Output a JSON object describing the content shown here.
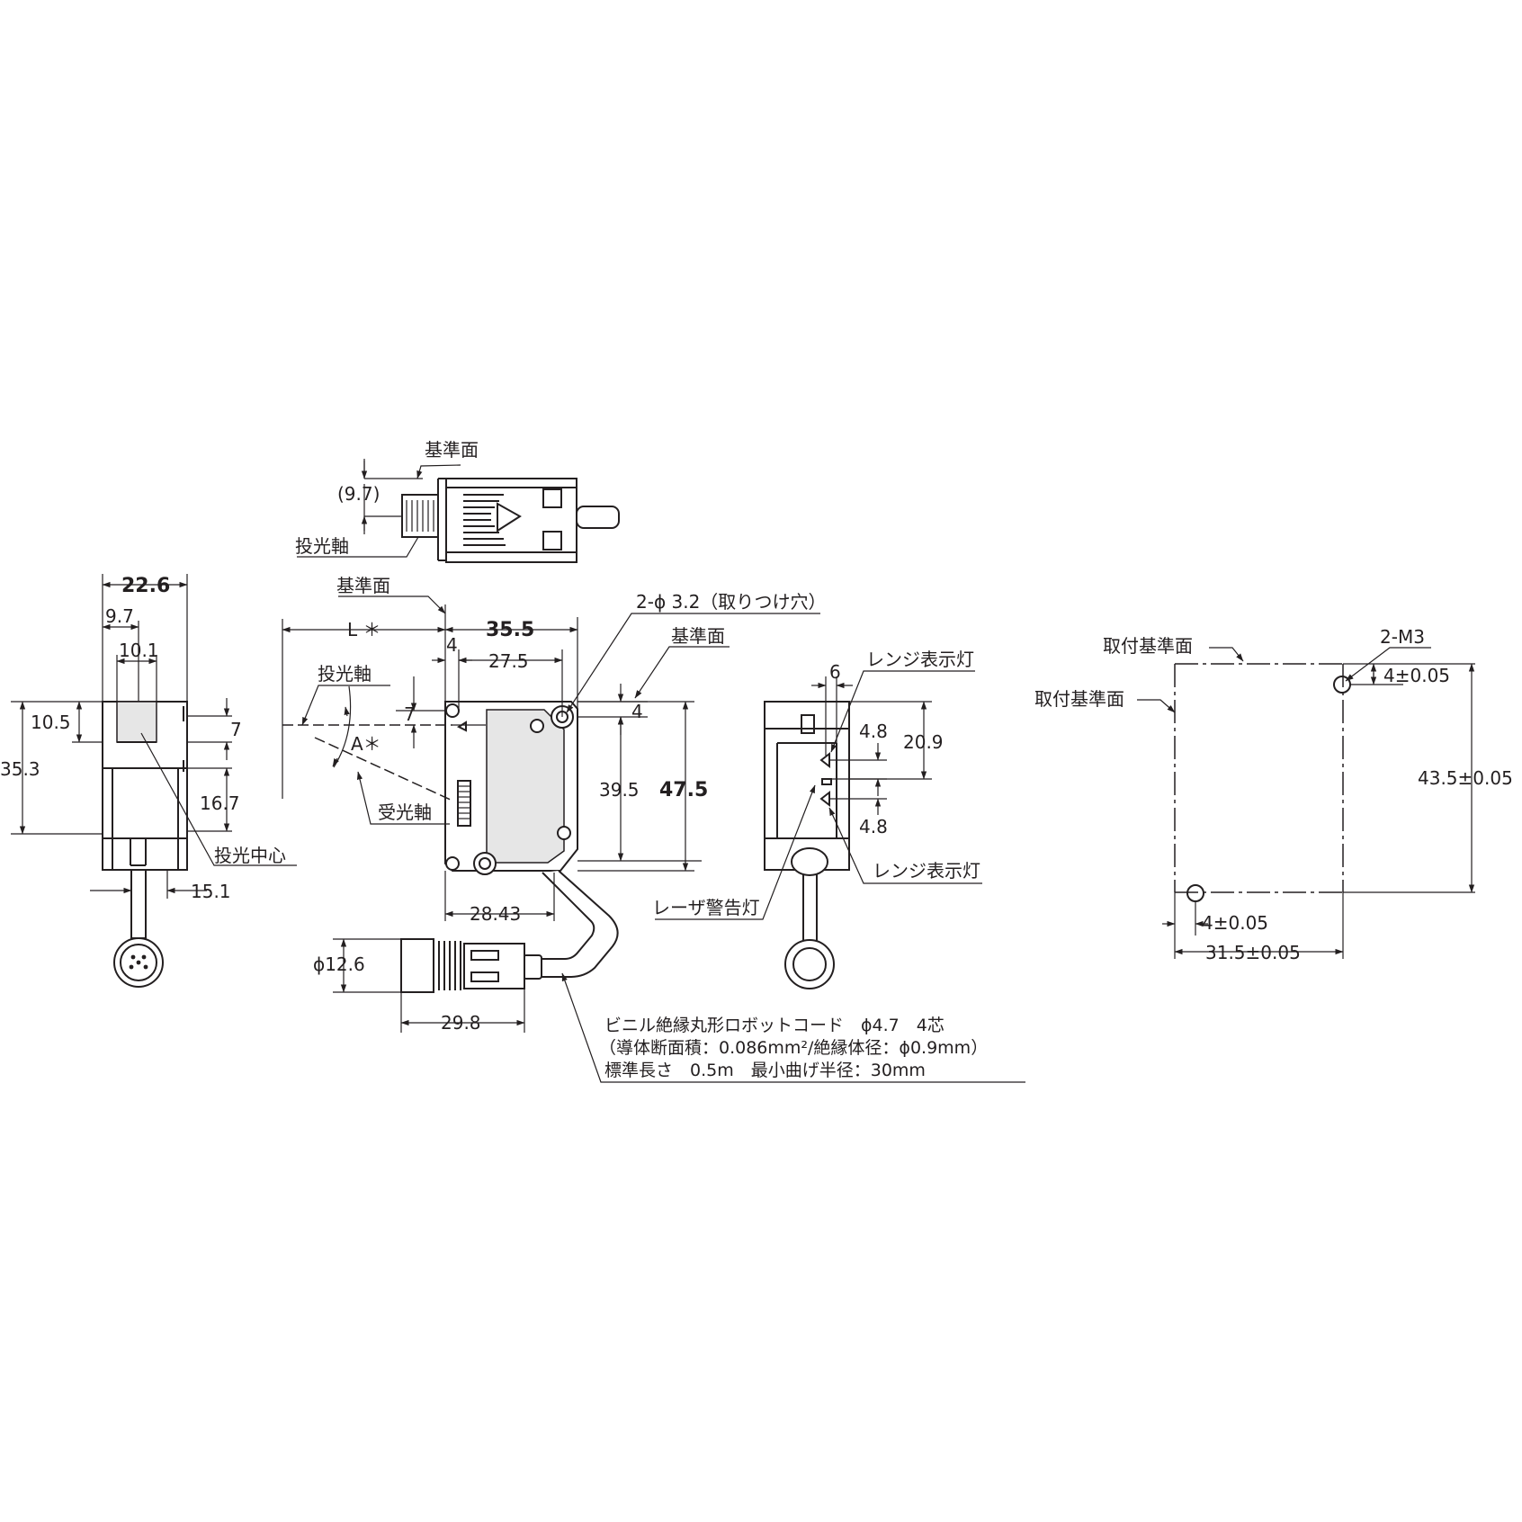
{
  "top_view": {
    "ref_plane": "基準面",
    "offset": "(9.7)",
    "emit_axis": "投光軸"
  },
  "left_view": {
    "width": "22.6",
    "w1": "9.7",
    "w2": "10.1",
    "h_total": "35.3",
    "h1": "10.5",
    "h2": "7",
    "h3": "16.7",
    "bottom": "15.1",
    "emit_center": "投光中心"
  },
  "front_view": {
    "ref_plane_top": "基準面",
    "L": "L ＊",
    "width": "35.5",
    "w4": "4",
    "w275": "27.5",
    "hole": "2-ϕ 3.2（取りつけ穴）",
    "ref_plane_right": "基準面",
    "emit_axis": "投光軸",
    "recv_axis": "受光軸",
    "angle": "A＊",
    "d7": "7",
    "d4": "4",
    "h395": "39.5",
    "h475": "47.5",
    "w2843": "28.43",
    "connector_dia": "ϕ12.6",
    "connector_len": "29.8"
  },
  "cable_note": {
    "line1": "ビニル絶縁丸形ロボットコード　ϕ4.7　4芯",
    "line2": "（導体断面積：0.086mm²/絶縁体径：ϕ0.9mm）",
    "line3": "標準長さ　0.5m　最小曲げ半径：30mm"
  },
  "right_view": {
    "range_led_top": "レンジ表示灯",
    "w6": "6",
    "d48a": "4.8",
    "h209": "20.9",
    "d48b": "4.8",
    "range_led_bottom": "レンジ表示灯",
    "laser_led": "レーザ警告灯"
  },
  "mount": {
    "ref_top": "取付基準面",
    "ref_left": "取付基準面",
    "screws": "2-M3",
    "d_top": "4±0.05",
    "height": "43.5±0.05",
    "d_left": "4±0.05",
    "width": "31.5±0.05"
  }
}
